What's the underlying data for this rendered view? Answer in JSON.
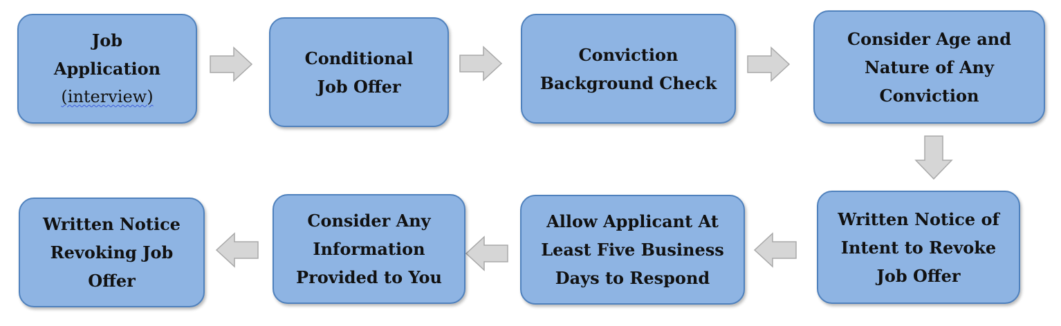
{
  "diagram": {
    "steps": [
      {
        "lines": [
          "Job",
          "Application",
          "(interview)"
        ]
      },
      {
        "lines": [
          "Conditional",
          "Job Offer"
        ]
      },
      {
        "lines": [
          "Conviction",
          "Background Check"
        ]
      },
      {
        "lines": [
          "Consider Age and",
          "Nature of Any",
          "Conviction"
        ]
      },
      {
        "lines": [
          "Written Notice of",
          "Intent to Revoke",
          "Job Offer"
        ]
      },
      {
        "lines": [
          "Allow Applicant At",
          "Least Five Business",
          "Days to Respond"
        ]
      },
      {
        "lines": [
          "Consider Any",
          "Information",
          "Provided to You"
        ]
      },
      {
        "lines": [
          "Written Notice",
          "Revoking Job",
          "Offer"
        ]
      }
    ],
    "colors": {
      "box_fill": "#8eb4e3",
      "box_border": "#4f81bd",
      "arrow_fill": "#d6d6d6",
      "arrow_border": "#a8a8a8"
    }
  }
}
